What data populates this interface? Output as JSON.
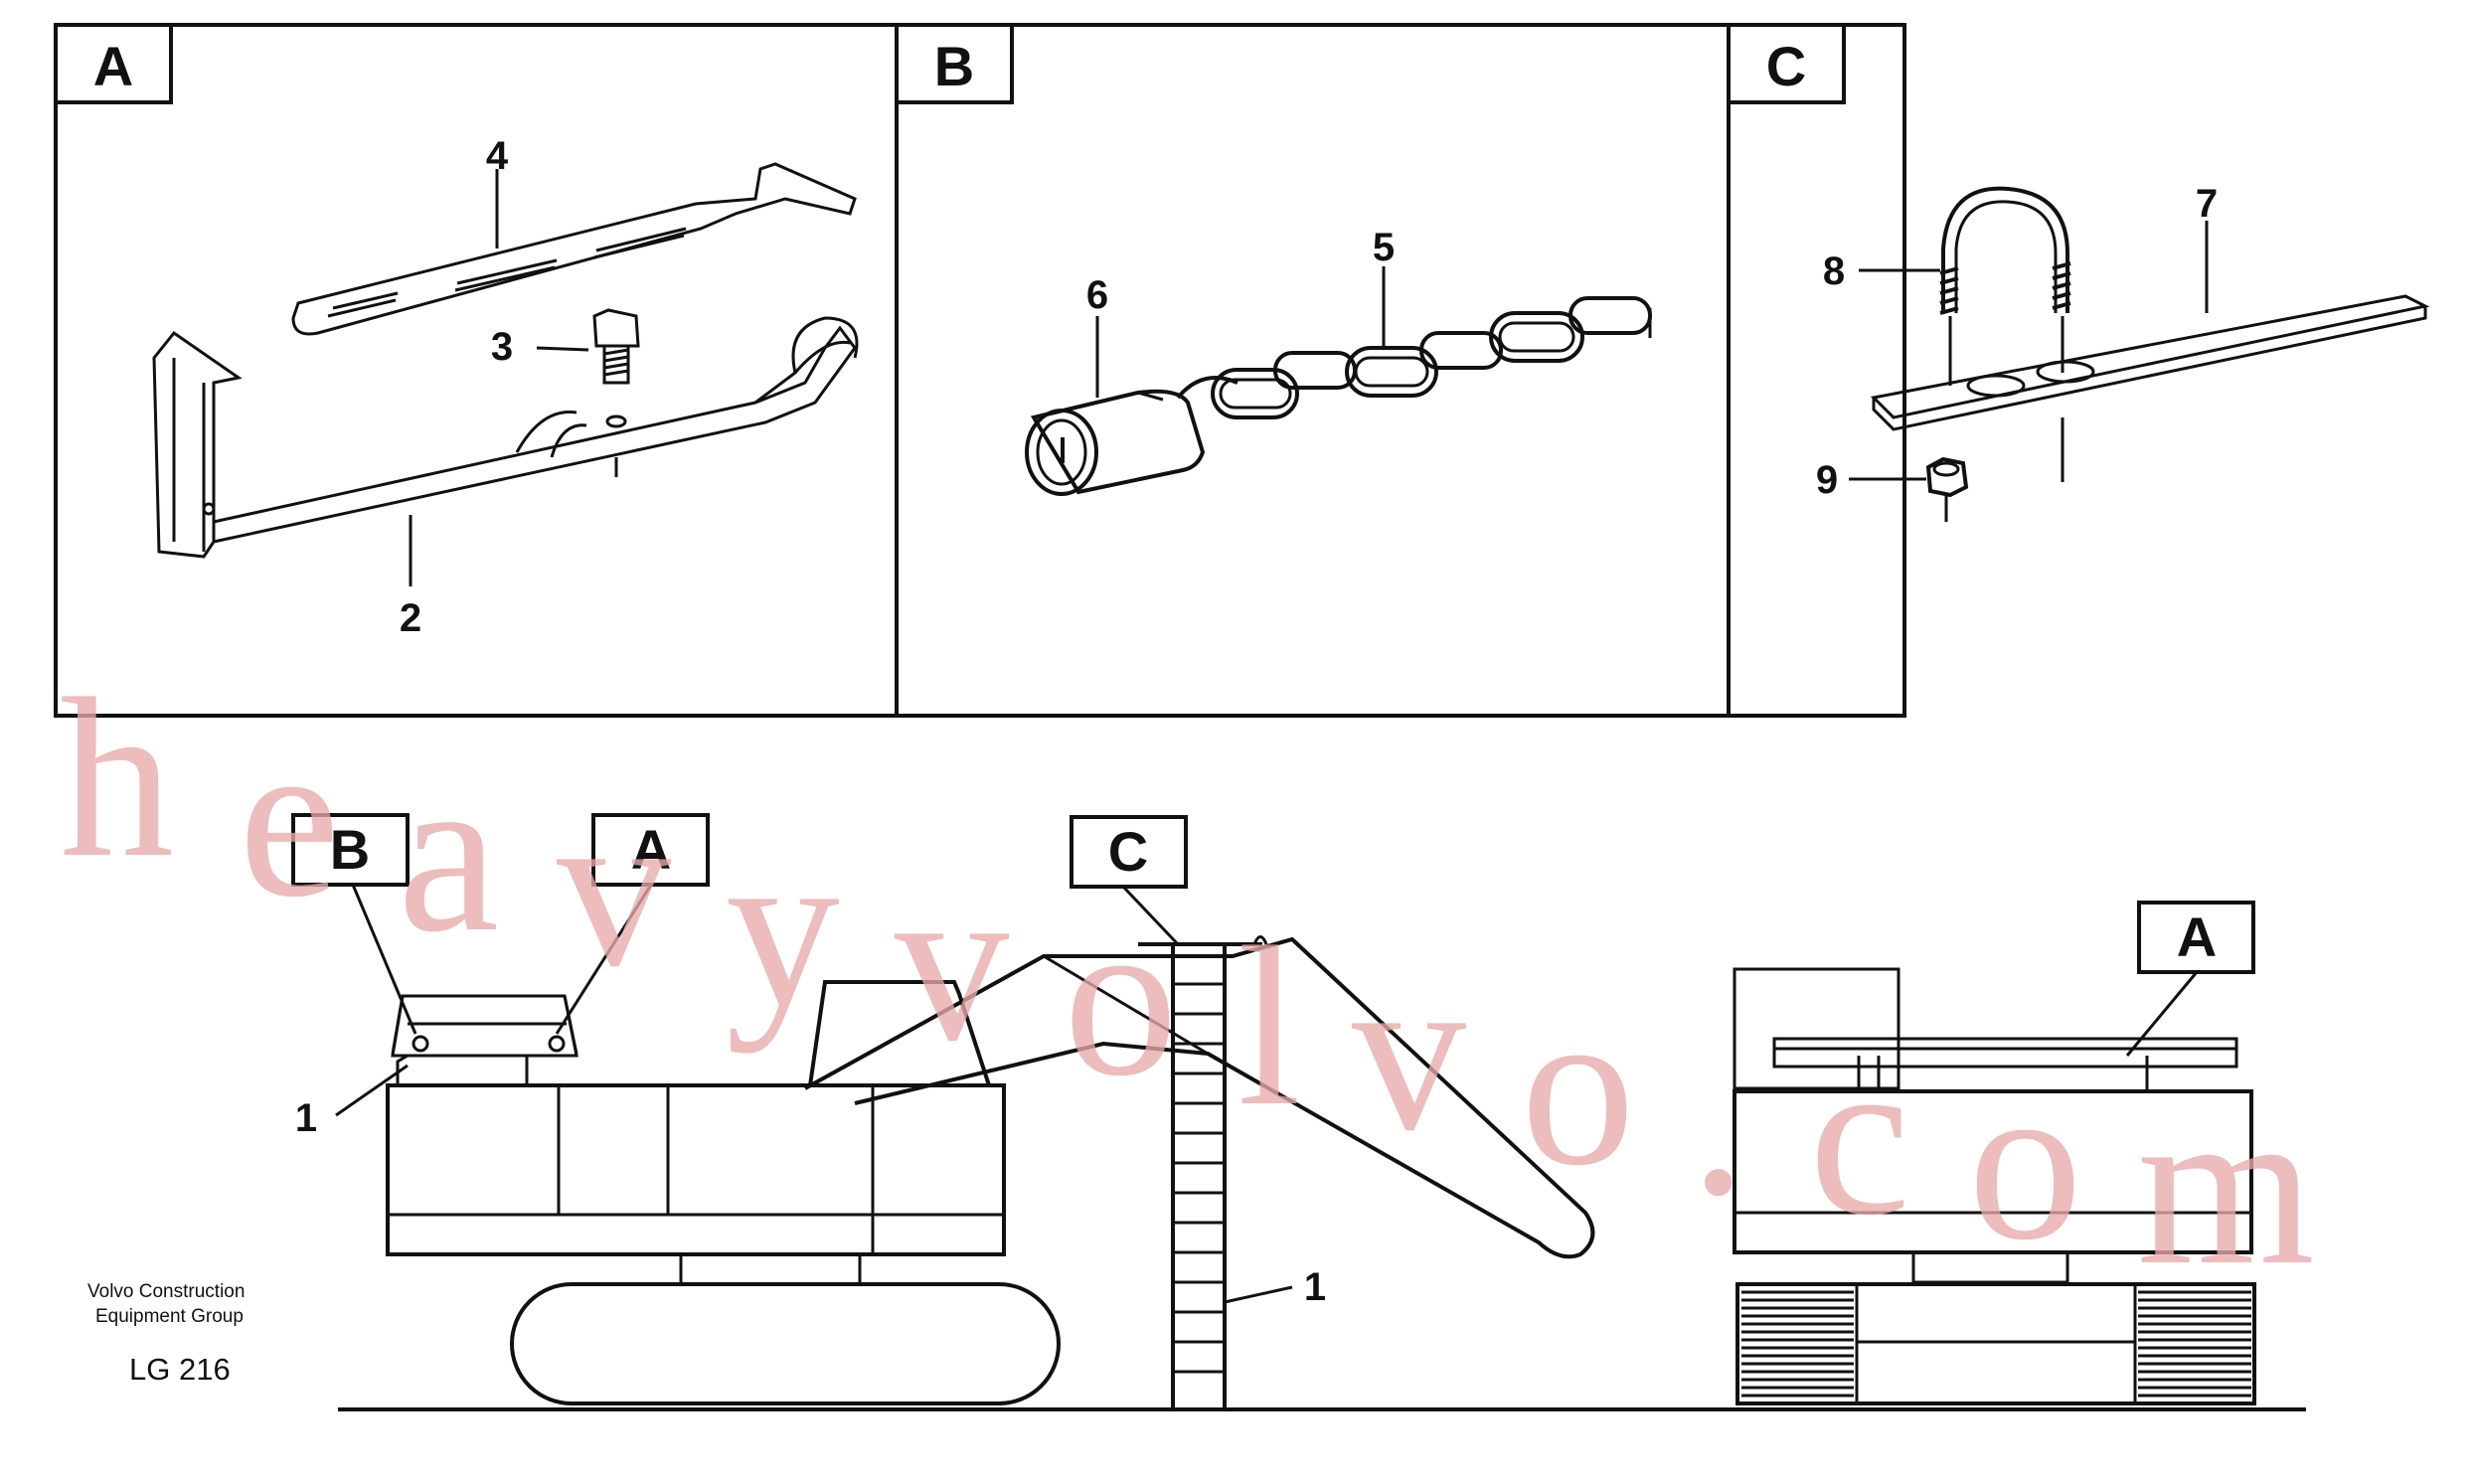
{
  "panels": [
    {
      "id": "A",
      "label": "A"
    },
    {
      "id": "B",
      "label": "B"
    },
    {
      "id": "C",
      "label": "C"
    }
  ],
  "callouts": {
    "item_1": "1",
    "item_2": "2",
    "item_3": "3",
    "item_4": "4",
    "item_5": "5",
    "item_6": "6",
    "item_7": "7",
    "item_8": "8",
    "item_9": "9"
  },
  "overview": {
    "box_b": "B",
    "box_a_left": "A",
    "box_c": "C",
    "box_a_right": "A",
    "callout_1_left": "1",
    "callout_1_ladder": "1"
  },
  "footer": {
    "company_line1": "Volvo Construction",
    "company_line2": "Equipment Group",
    "drawing_code": "LG 216"
  },
  "watermark": {
    "letters": [
      "h",
      "e",
      "a",
      "v",
      "y",
      "v",
      "o",
      "l",
      "v",
      "o",
      ".",
      "c",
      "o",
      "m"
    ]
  },
  "colors": {
    "ink": "#111111",
    "watermark": "#e8a9a9"
  }
}
